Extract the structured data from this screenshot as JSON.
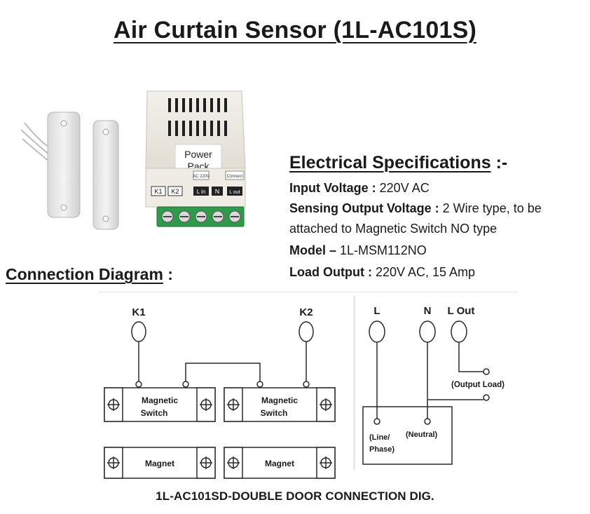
{
  "title": "Air Curtain Sensor (1L-AC101S)",
  "product_photo": {
    "power_pack_label_line1": "Power",
    "power_pack_label_line2": "Pack",
    "terminal_k1": "K1",
    "terminal_k2": "K2",
    "terminal_lin": "L in",
    "terminal_n": "N",
    "terminal_lout": "L out",
    "sticker_left": "AC 220V",
    "sticker_right": "Connect"
  },
  "specs": {
    "heading": "Electrical Specifications",
    "heading_suffix": " :-",
    "input_voltage_label": "Input Voltage :",
    "input_voltage_value": " 220V AC",
    "sensing_label": "Sensing Output Voltage :",
    "sensing_value": " 2 Wire type, to be",
    "sensing_value_cont": "attached to Magnetic Switch NO type",
    "model_label": "Model –",
    "model_value": " 1L-MSM112NO",
    "load_label": "Load Output :",
    "load_value": " 220V AC, 15 Amp"
  },
  "connection": {
    "heading": "Connection Diagram",
    "heading_suffix": " :"
  },
  "diagram": {
    "k1": "K1",
    "k2": "K2",
    "l": "L",
    "n": "N",
    "l_out": "L Out",
    "output_load": "(Output Load)",
    "magnetic": "Magnetic",
    "switch": "Switch",
    "magnet": "Magnet",
    "line_phase_1": "(Line/",
    "line_phase_2": "Phase)",
    "neutral": "(Neutral)",
    "caption": "1L-AC101SD-DOUBLE DOOR CONNECTION DIG."
  }
}
